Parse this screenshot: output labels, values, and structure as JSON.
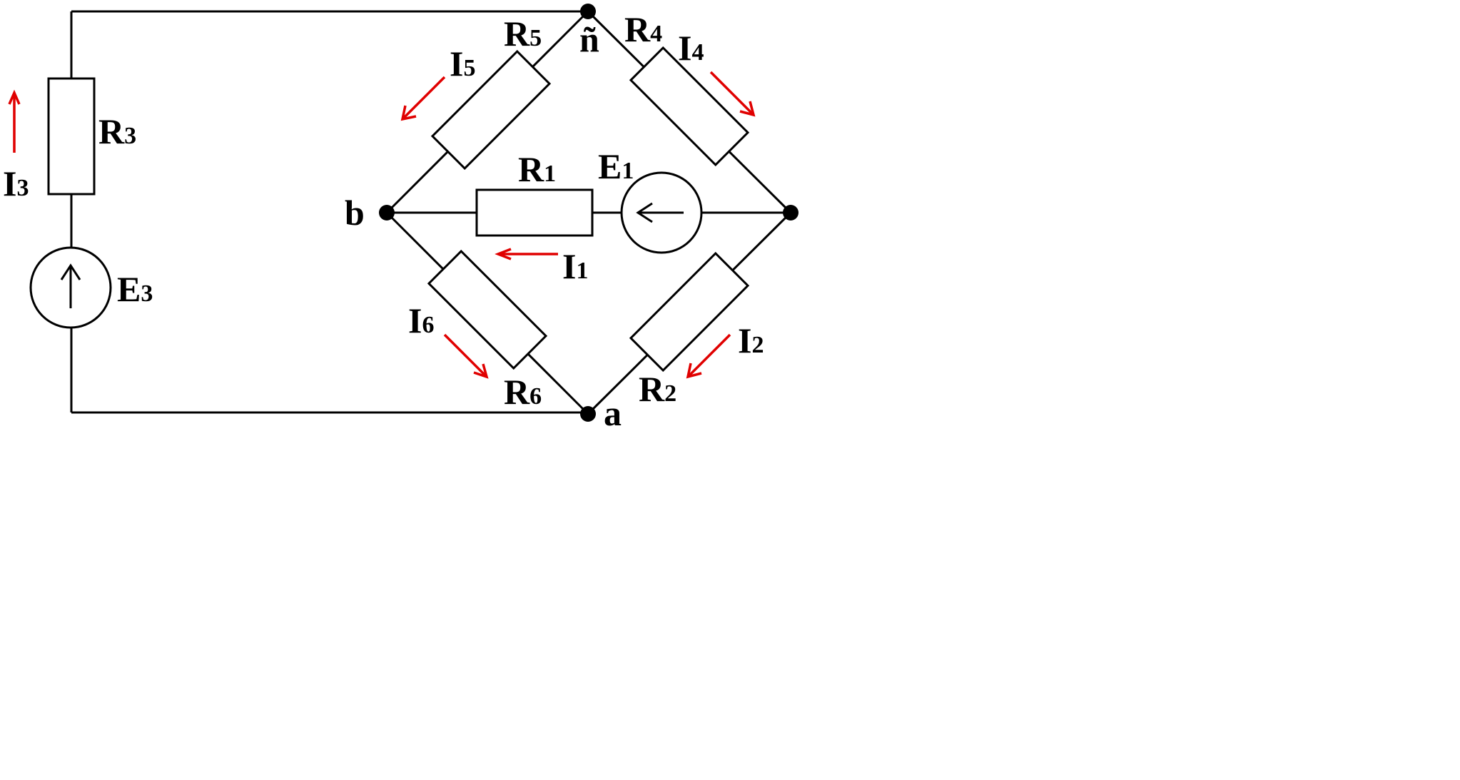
{
  "diagram": {
    "nodes": {
      "n": "ñ",
      "b": "b",
      "a": "a"
    },
    "resistors": {
      "r1": {
        "letter": "R",
        "index": "1"
      },
      "r2": {
        "letter": "R",
        "index": "2"
      },
      "r3": {
        "letter": "R",
        "index": "3"
      },
      "r4": {
        "letter": "R",
        "index": "4"
      },
      "r5": {
        "letter": "R",
        "index": "5"
      },
      "r6": {
        "letter": "R",
        "index": "6"
      }
    },
    "sources": {
      "e1": {
        "letter": "E",
        "index": "1"
      },
      "e3": {
        "letter": "E",
        "index": "3"
      }
    },
    "currents": {
      "i1": {
        "letter": "I",
        "index": "1"
      },
      "i2": {
        "letter": "I",
        "index": "2"
      },
      "i3": {
        "letter": "I",
        "index": "3"
      },
      "i4": {
        "letter": "I",
        "index": "4"
      },
      "i5": {
        "letter": "I",
        "index": "5"
      },
      "i6": {
        "letter": "I",
        "index": "6"
      }
    },
    "colors": {
      "wire": "#000000",
      "current_arrow": "#e00000",
      "background": "#ffffff"
    }
  }
}
